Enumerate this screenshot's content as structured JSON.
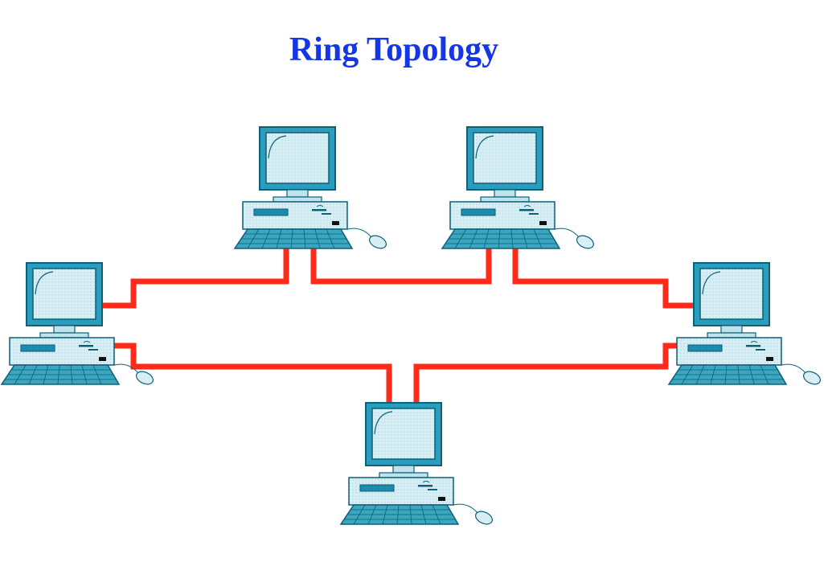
{
  "title": "Ring Topology",
  "colors": {
    "title": "#1436e6",
    "cable": "#ff2a1a",
    "computer_fill": "#d6eef4",
    "computer_outline": "#1d8bab",
    "keyboard": "#3aa6c0"
  },
  "nodes": [
    {
      "id": "pc-top-left",
      "icon": "desktop-computer-icon"
    },
    {
      "id": "pc-top-right",
      "icon": "desktop-computer-icon"
    },
    {
      "id": "pc-left",
      "icon": "desktop-computer-icon"
    },
    {
      "id": "pc-right",
      "icon": "desktop-computer-icon"
    },
    {
      "id": "pc-bottom",
      "icon": "desktop-computer-icon"
    }
  ],
  "links": [
    {
      "from": "pc-left",
      "to": "pc-top-left"
    },
    {
      "from": "pc-top-left",
      "to": "pc-top-right"
    },
    {
      "from": "pc-top-right",
      "to": "pc-right"
    },
    {
      "from": "pc-right",
      "to": "pc-bottom"
    },
    {
      "from": "pc-bottom",
      "to": "pc-left"
    }
  ]
}
